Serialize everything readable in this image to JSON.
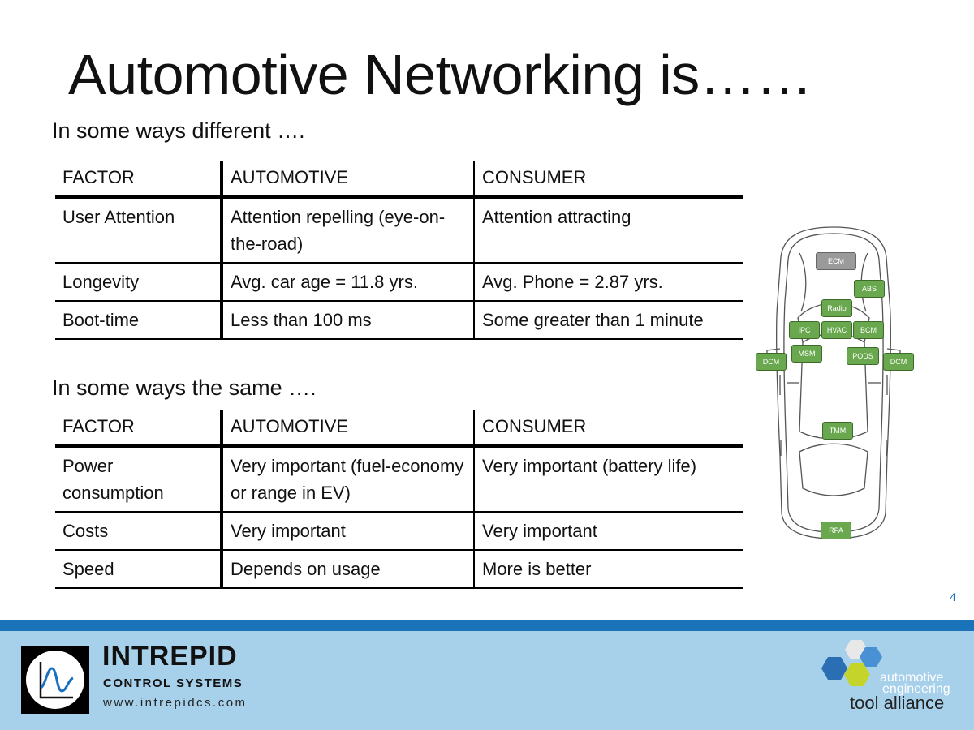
{
  "slide": {
    "title": "Automotive Networking is……",
    "section1": "In some ways different ….",
    "section2": "In some ways the same ….",
    "page_number": "4"
  },
  "table_different": {
    "headers": [
      "FACTOR",
      "AUTOMOTIVE",
      "CONSUMER"
    ],
    "rows": [
      [
        "User Attention",
        "Attention repelling (eye-on-the-road)",
        "Attention attracting"
      ],
      [
        "Longevity",
        "Avg. car age = 11.8 yrs.",
        "Avg. Phone = 2.87 yrs."
      ],
      [
        "Boot-time",
        "Less than 100 ms",
        "Some greater than 1 minute"
      ]
    ]
  },
  "table_same": {
    "headers": [
      "FACTOR",
      "AUTOMOTIVE",
      "CONSUMER"
    ],
    "rows": [
      [
        "Power consumption",
        "Very important  (fuel-economy or range in EV)",
        "Very important (battery life)"
      ],
      [
        "Costs",
        "Very important",
        "Very important"
      ],
      [
        "Speed",
        "Depends on usage",
        "More is better"
      ]
    ]
  },
  "car_diagram": {
    "modules": [
      "ECM",
      "ABS",
      "Radio",
      "IPC",
      "HVAC",
      "BCM",
      "MSM",
      "PODS",
      "DCM",
      "DCM",
      "TMM",
      "RPA"
    ],
    "colors": {
      "module_green": "#6aa84f",
      "module_gray": "#9a9a9a"
    }
  },
  "footer": {
    "company_name": "INTREPID",
    "company_sub": "CONTROL SYSTEMS",
    "website": "www.intrepidcs.com",
    "alliance_line1": "automotive",
    "alliance_line2": "engineering",
    "alliance_line3": "tool alliance",
    "colors": {
      "bar": "#1a73b9",
      "band": "#a7d0ea"
    }
  }
}
